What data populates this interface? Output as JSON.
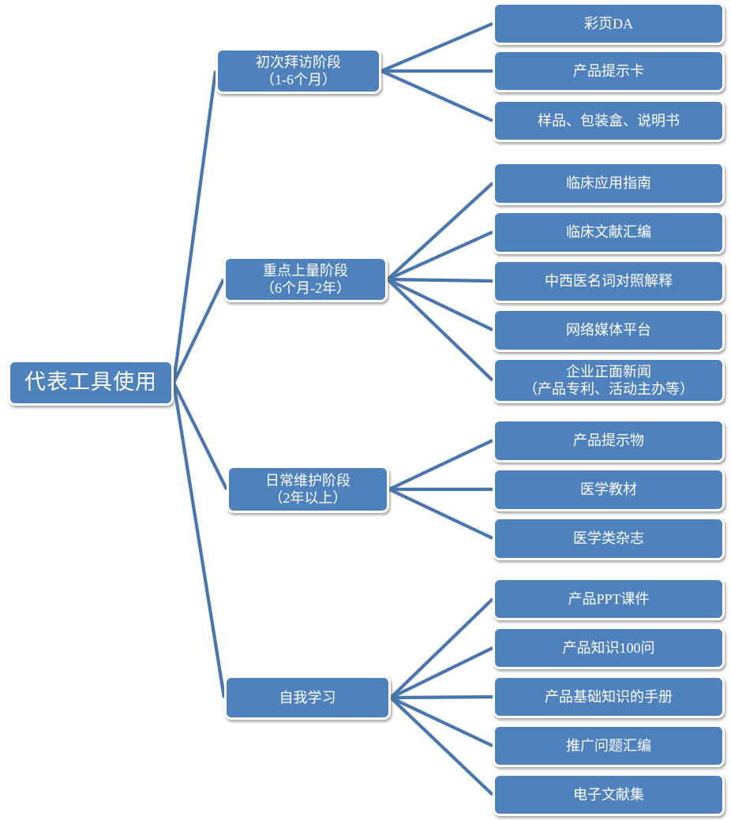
{
  "colors": {
    "node_fill": "#4f81bd",
    "node_border": "#ffffff",
    "connector": "#4a76ae",
    "text": "#ffffff",
    "background": "#ffffff"
  },
  "root": {
    "label": "代表工具使用"
  },
  "branches": [
    {
      "label_line1": "初次拜访阶段",
      "label_line2": "（1-6个月）",
      "items": [
        {
          "line1": "彩页DA"
        },
        {
          "line1": "产品提示卡"
        },
        {
          "line1": "样品、包装盒、说明书"
        }
      ]
    },
    {
      "label_line1": "重点上量阶段",
      "label_line2": "（6个月-2年）",
      "items": [
        {
          "line1": "临床应用指南"
        },
        {
          "line1": "临床文献汇编"
        },
        {
          "line1": "中西医名词对照解释"
        },
        {
          "line1": "网络媒体平台"
        },
        {
          "line1": "企业正面新闻",
          "line2": "（产品专利、活动主办等）"
        }
      ]
    },
    {
      "label_line1": "日常维护阶段",
      "label_line2": "（2年以上）",
      "items": [
        {
          "line1": "产品提示物"
        },
        {
          "line1": "医学教材"
        },
        {
          "line1": "医学类杂志"
        }
      ]
    },
    {
      "label_line1": "自我学习",
      "items": [
        {
          "line1": "产品PPT课件"
        },
        {
          "line1": "产品知识100问"
        },
        {
          "line1": "产品基础知识的手册"
        },
        {
          "line1": "推广问题汇编"
        },
        {
          "line1": "电子文献集"
        }
      ]
    }
  ]
}
